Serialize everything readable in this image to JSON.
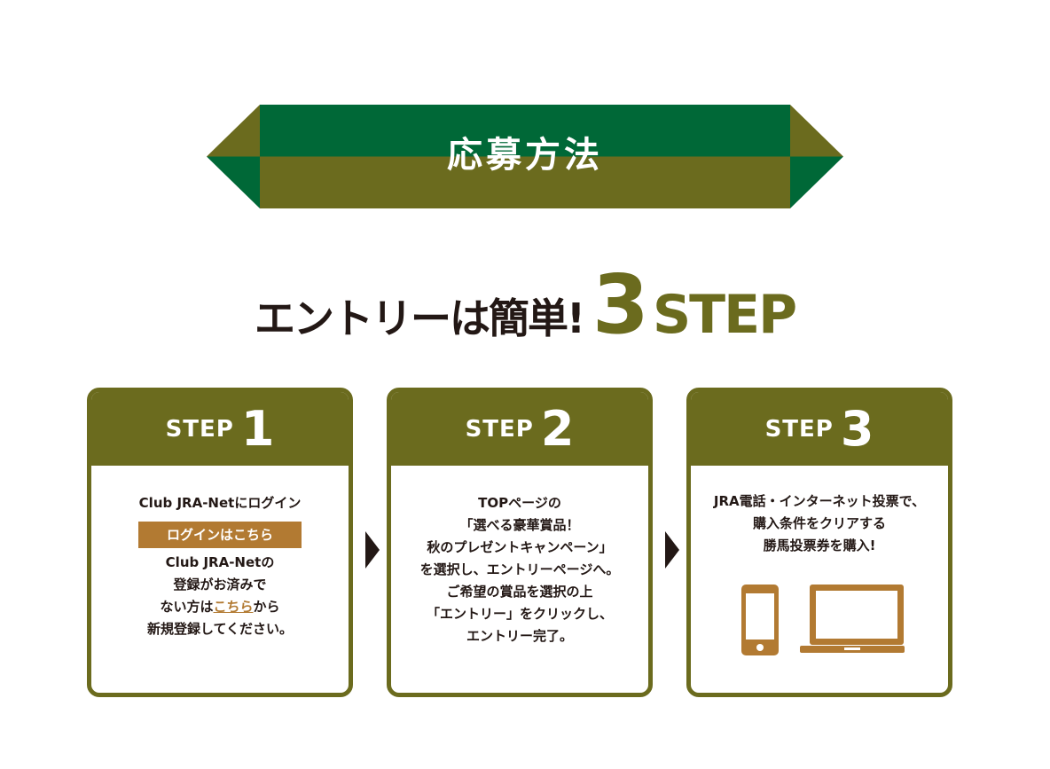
{
  "banner": {
    "title": "応募方法"
  },
  "headline": {
    "text": "エントリーは簡単!",
    "number": "3",
    "step_word": "STEP"
  },
  "steps": [
    {
      "label": "STEP",
      "number": "1",
      "line1": "Club JRA-Netにログイン",
      "button": "ログインはこちら",
      "line2": "Club JRA-Netの",
      "line3": "登録がお済みで",
      "line4_prefix": "ない方は",
      "line4_link": "こちら",
      "line4_suffix": "から",
      "line5": "新規登録してください。"
    },
    {
      "label": "STEP",
      "number": "2",
      "lines": [
        "TOPページの",
        "「選べる豪華賞品！",
        "秋のプレゼントキャンペーン」",
        "を選択し、エントリーページへ。",
        "ご希望の賞品を選択の上",
        "「エントリー」をクリックし、",
        "エントリー完了。"
      ]
    },
    {
      "label": "STEP",
      "number": "3",
      "lines": [
        "JRA電話・インターネット投票で、",
        "購入条件をクリアする",
        "勝馬投票券を購入!"
      ],
      "icons": [
        "smartphone-icon",
        "laptop-icon"
      ]
    }
  ],
  "colors": {
    "olive": "#6b6b1e",
    "green": "#006837",
    "accent": "#b27a32",
    "text": "#231815"
  }
}
